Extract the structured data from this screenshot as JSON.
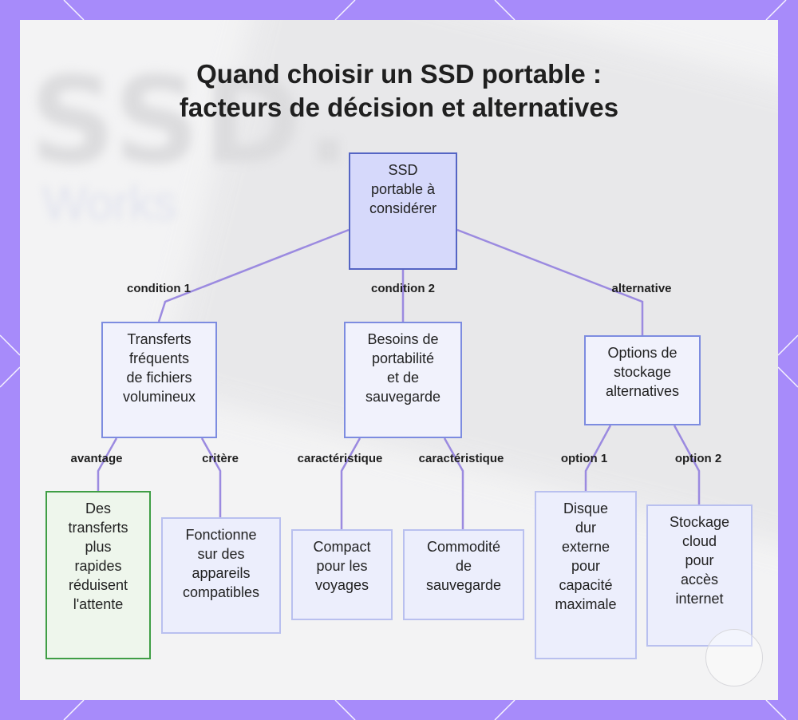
{
  "title": {
    "line1": "Quand choisir un SSD portable :",
    "line2": "facteurs de décision et alternatives"
  },
  "background": {
    "word": "SSD.",
    "sub": "Works"
  },
  "colors": {
    "frame": "#a78bfa",
    "edge": "#9b8ae0",
    "root_fill": "#d6d9fb",
    "root_border": "#5565c4",
    "green_border": "#3f9e45"
  },
  "nodes": {
    "root": [
      "SSD",
      "portable à",
      "considérer"
    ],
    "transferts": [
      "Transferts",
      "fréquents",
      "de fichiers",
      "volumineux"
    ],
    "portabilite": [
      "Besoins de",
      "portabilité",
      "et de",
      "sauvegarde"
    ],
    "options": [
      "Options de",
      "stockage",
      "alternatives"
    ],
    "rapides": [
      "Des",
      "transferts",
      "plus",
      "rapides",
      "réduisent",
      "l'attente"
    ],
    "fonctionne": [
      "Fonctionne",
      "sur des",
      "appareils",
      "compatibles"
    ],
    "compact": [
      "Compact",
      "pour les",
      "voyages"
    ],
    "commodite": [
      "Commodité",
      "de",
      "sauvegarde"
    ],
    "disque": [
      "Disque",
      "dur",
      "externe",
      "pour",
      "capacité",
      "maximale"
    ],
    "cloud": [
      "Stockage",
      "cloud",
      "pour",
      "accès",
      "internet"
    ]
  },
  "edges": {
    "condition1": "condition 1",
    "condition2": "condition 2",
    "alternative": "alternative",
    "avantage": "avantage",
    "critere": "critère",
    "caracteristique1": "caractéristique",
    "caracteristique2": "caractéristique",
    "option1": "option 1",
    "option2": "option 2"
  }
}
